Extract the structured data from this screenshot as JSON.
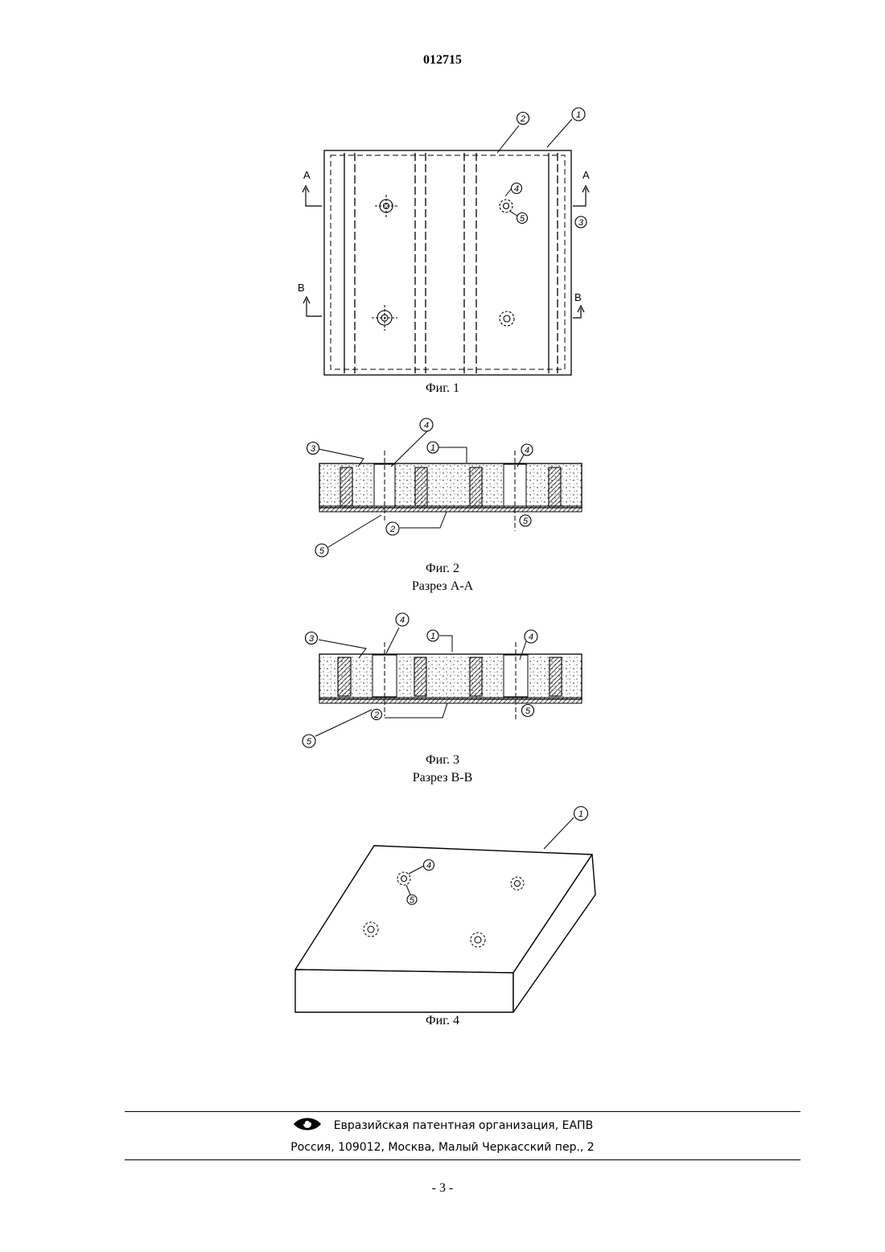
{
  "header": {
    "doc_number": "012715"
  },
  "figures": {
    "fig1": {
      "caption": "Фиг. 1",
      "section_markers": {
        "a_left": "A",
        "a_right": "A",
        "b_left": "B",
        "b_right": "B"
      },
      "callouts": {
        "c1": "1",
        "c2": "2",
        "c3": "3",
        "c4": "4",
        "c5": "5"
      }
    },
    "fig2": {
      "caption": "Фиг. 2",
      "subcaption": "Разрез А-А",
      "callouts": {
        "c3": "3",
        "c4a": "4",
        "c1": "1",
        "c4b": "4",
        "c5a": "5",
        "c2": "2",
        "c5b": "5"
      }
    },
    "fig3": {
      "caption": "Фиг. 3",
      "subcaption": "Разрез В-В",
      "callouts": {
        "c3": "3",
        "c4a": "4",
        "c1": "1",
        "c4b": "4",
        "c5a": "5",
        "c2": "2",
        "c5b": "5"
      }
    },
    "fig4": {
      "caption": "Фиг. 4",
      "callouts": {
        "c1": "1",
        "c4": "4",
        "c5": "5"
      }
    }
  },
  "footer": {
    "org": "Евразийская патентная организация, ЕАПВ",
    "address": "Россия, 109012, Москва, Малый Черкасский пер., 2",
    "logo_icon": "eapo-eye-logo-icon"
  },
  "page_number": "- 3 -"
}
